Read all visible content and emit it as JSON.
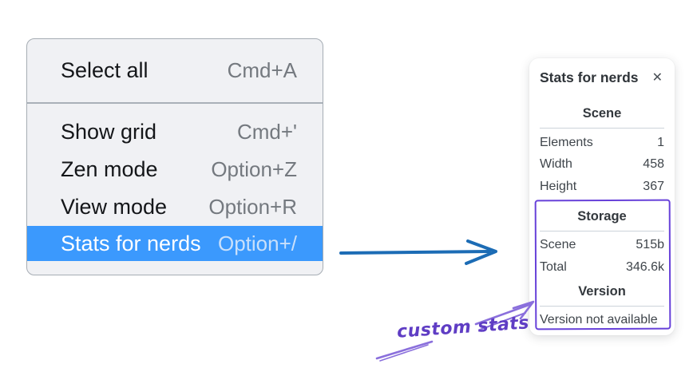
{
  "context_menu": {
    "items": [
      {
        "label": "Select all",
        "shortcut": "Cmd+A",
        "highlighted": false
      },
      {
        "label": "Show grid",
        "shortcut": "Cmd+'",
        "highlighted": false
      },
      {
        "label": "Zen mode",
        "shortcut": "Option+Z",
        "highlighted": false
      },
      {
        "label": "View mode",
        "shortcut": "Option+R",
        "highlighted": false
      },
      {
        "label": "Stats for nerds",
        "shortcut": "Option+/",
        "highlighted": true
      }
    ]
  },
  "stats_panel": {
    "title": "Stats for nerds",
    "close_glyph": "✕",
    "sections": [
      {
        "heading": "Scene",
        "rows": [
          {
            "label": "Elements",
            "value": "1"
          },
          {
            "label": "Width",
            "value": "458"
          },
          {
            "label": "Height",
            "value": "367"
          }
        ]
      },
      {
        "heading": "Storage",
        "rows": [
          {
            "label": "Scene",
            "value": "515b"
          },
          {
            "label": "Total",
            "value": "346.6k"
          }
        ]
      },
      {
        "heading": "Version",
        "note": "Version not available"
      }
    ]
  },
  "annotation": {
    "label": "custom stats"
  },
  "colors": {
    "menu_highlight": "#3b99fd",
    "menu_highlight_text": "#ffffff",
    "blue_arrow": "#1c6cb5",
    "purple_arrow": "#8a6fdc",
    "purple_box": "#6741d9",
    "annotation_text": "#5f3dc4"
  }
}
